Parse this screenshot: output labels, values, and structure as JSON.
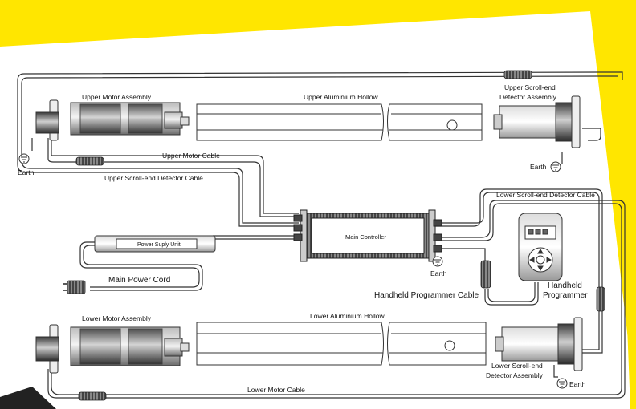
{
  "labels": {
    "upper_motor_assembly": "Upper Motor Assembly",
    "upper_aluminium_hollow": "Upper Aluminium Hollow",
    "upper_scroll_end_detector_assembly_1": "Upper Scroll-end",
    "upper_scroll_end_detector_assembly_2": "Detector Assembly",
    "earth_upper_left": "Earth",
    "earth_upper_right": "Earth",
    "upper_motor_cable": "Upper Motor Cable",
    "upper_scroll_end_detector_cable": "Upper Scroll-end Detector Cable",
    "lower_scroll_end_detector_cable": "Lower Scroll-end Detector Cable",
    "power_supply_unit": "Power Suply Unit",
    "main_controller": "Main Controller",
    "earth_controller": "Earth",
    "main_power_cord": "Main Power Cord",
    "handheld_programmer_cable": "Handheld Programmer Cable",
    "handheld_programmer_1": "Handheld",
    "handheld_programmer_2": "Programmer",
    "lower_motor_assembly": "Lower Motor Assembly",
    "lower_aluminium_hollow": "Lower Aluminium Hollow",
    "lower_scroll_end_detector_assembly_1": "Lower Scroll-end",
    "lower_scroll_end_detector_assembly_2": "Detector Assembly",
    "earth_lower_right": "Earth",
    "lower_motor_cable": "Lower Motor Cable"
  },
  "colors": {
    "background": "#ffe600",
    "paper": "#ffffff",
    "line": "#333333",
    "motor_dark": "#555555"
  }
}
